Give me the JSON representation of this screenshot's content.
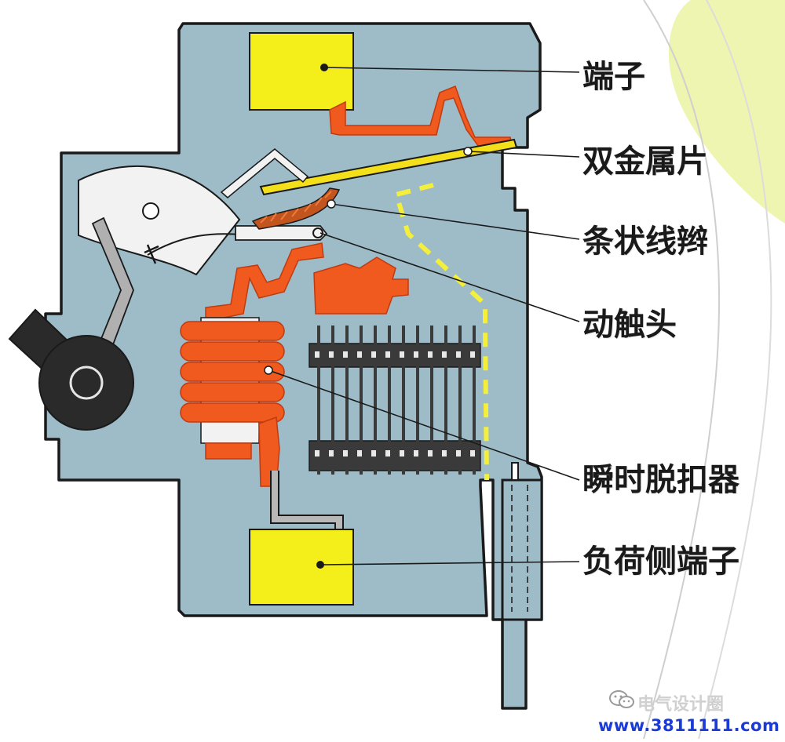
{
  "labels": {
    "terminal": "端子",
    "bimetal": "双金属片",
    "braided_wire": "条状线辫",
    "moving_contact": "动触头",
    "instant_trip": "瞬时脱扣器",
    "load_terminal": "负荷侧端子"
  },
  "watermark": {
    "text": "电气设计圈",
    "icon": "wechat-icon"
  },
  "website": "www.3811111.com",
  "colors": {
    "housing": "#9dbcc8",
    "housing_stroke": "#1a1a1a",
    "terminal": "#f4ee1a",
    "copper": "#f05a1e",
    "bimetal": "#f4e01a",
    "knob": "#2a2a2a",
    "lever": "#b0b0b0",
    "arc_chute": "#3a3a3a",
    "arc_path": "#f4ef3a",
    "background_blob": "#eef5b0",
    "website": "#1a3bd6"
  }
}
